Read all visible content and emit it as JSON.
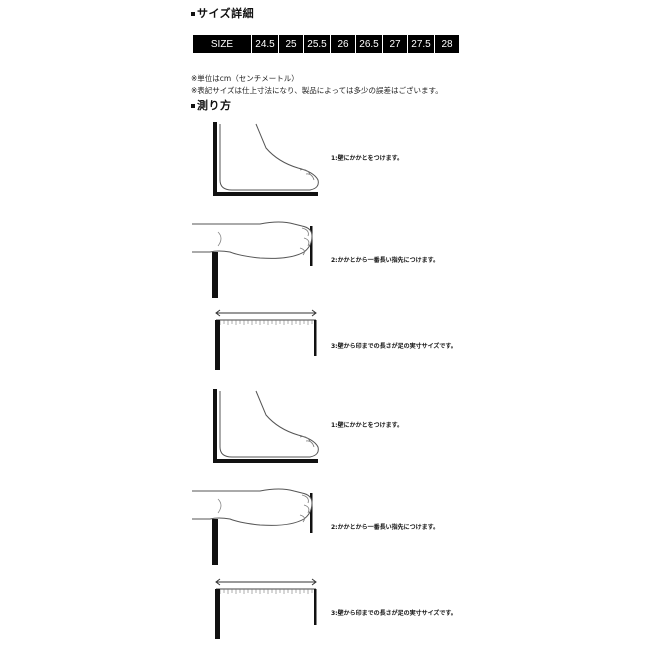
{
  "size_section": {
    "title": "サイズ詳細",
    "row_label": "SIZE",
    "sizes": [
      "24.5",
      "25",
      "25.5",
      "26",
      "26.5",
      "27",
      "27.5",
      "28"
    ]
  },
  "notes": [
    "※単位はcm（センチメートル）",
    "※表記サイズは仕上寸法になり、製品によっては多少の誤差はございます。"
  ],
  "measure_section": {
    "title": "測り方",
    "steps": [
      {
        "text": "1:壁にかかとをつけます。",
        "icon": "heel-against-wall"
      },
      {
        "text": "2:かかとから一番長い指先につけます。",
        "icon": "foot-top-view"
      },
      {
        "text": "3:壁から印までの長さが足の実寸サイズです。",
        "icon": "ruler-measure"
      },
      {
        "text": "1:壁にかかとをつけます。",
        "icon": "heel-against-wall"
      },
      {
        "text": "2:かかとから一番長い指先につけます。",
        "icon": "foot-top-view"
      },
      {
        "text": "3:壁から印までの長さが足の実寸サイズです。",
        "icon": "ruler-measure"
      }
    ]
  }
}
